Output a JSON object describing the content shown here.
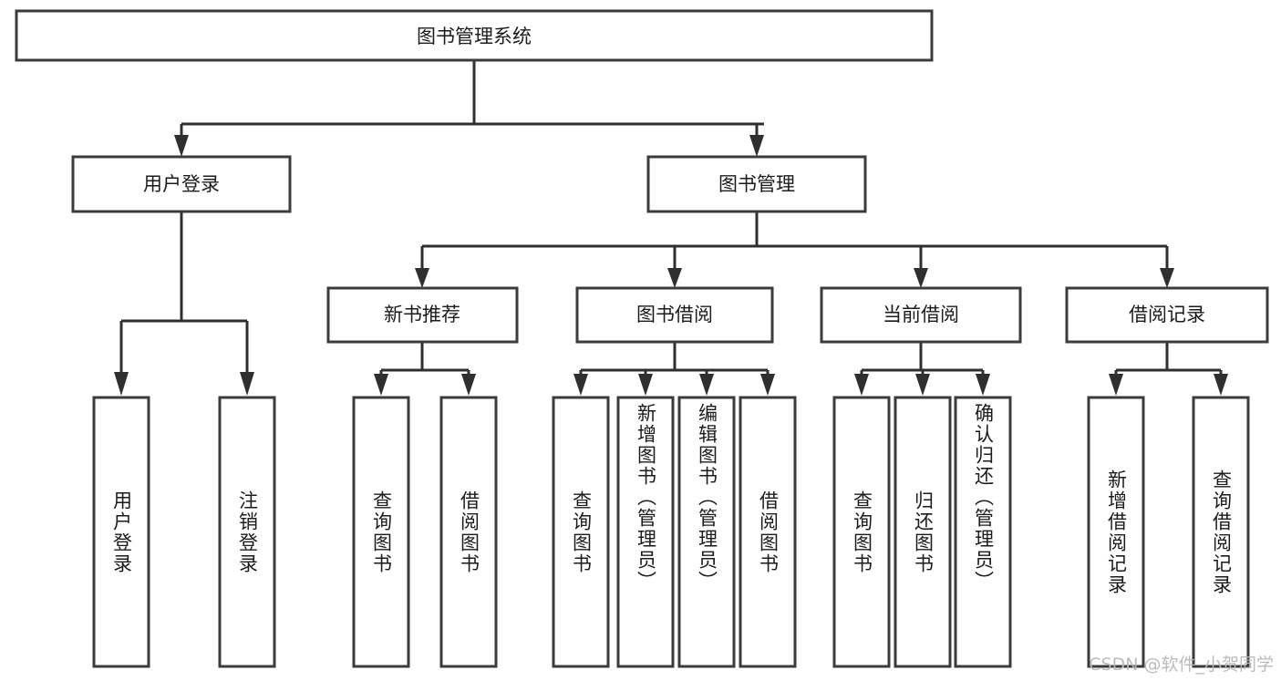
{
  "diagram": {
    "type": "tree",
    "title": "图书管理系统",
    "watermark": "CSDN @软件_小贺同学",
    "colors": {
      "stroke": "#3b3b3b",
      "connector": "#2f2f2f",
      "fill": "#ffffff",
      "text": "#1b1b1b",
      "watermark": "#b9b9b9"
    },
    "root": {
      "label": "图书管理系统"
    },
    "level2": [
      {
        "label": "用户登录"
      },
      {
        "label": "图书管理"
      }
    ],
    "level3": [
      {
        "label": "新书推荐"
      },
      {
        "label": "图书借阅"
      },
      {
        "label": "当前借阅"
      },
      {
        "label": "借阅记录"
      }
    ],
    "leaves": {
      "user_login": [
        {
          "label": "用户登录"
        },
        {
          "label": "注销登录"
        }
      ],
      "new_book_recommend": [
        {
          "label": "查询图书"
        },
        {
          "label": "借阅图书"
        }
      ],
      "book_borrow": [
        {
          "label": "查询图书"
        },
        {
          "label": "新增图书（管理员）"
        },
        {
          "label": "编辑图书（管理员）"
        },
        {
          "label": "借阅图书"
        }
      ],
      "current_borrow": [
        {
          "label": "查询图书"
        },
        {
          "label": "归还图书"
        },
        {
          "label": "确认归还（管理员）"
        }
      ],
      "borrow_record": [
        {
          "label": "新增借阅记录"
        },
        {
          "label": "查询借阅记录"
        }
      ]
    }
  }
}
